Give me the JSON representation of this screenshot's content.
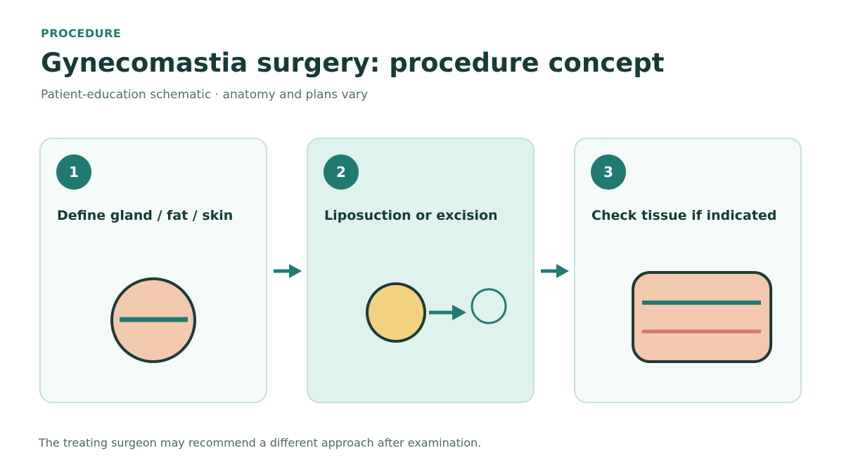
{
  "header": {
    "eyebrow": "PROCEDURE",
    "title": "Gynecomastia surgery: procedure concept",
    "subtitle": "Patient-education schematic · anatomy and plans vary"
  },
  "steps": [
    {
      "number": "1",
      "title": "Define gland / fat / skin"
    },
    {
      "number": "2",
      "title": "Liposuction or excision"
    },
    {
      "number": "3",
      "title": "Check tissue if indicated"
    }
  ],
  "footer": {
    "note": "The treating surgeon may recommend a different approach after examination."
  },
  "colors": {
    "teal": "#217a71",
    "dark": "#1d3b36",
    "peach": "#f2c8ae",
    "yellow": "#f2d27e",
    "coral": "#d9756a",
    "card_bg": "#f3faf8",
    "card_highlight_bg": "#dff2ed",
    "card_border": "#c7e0da"
  }
}
